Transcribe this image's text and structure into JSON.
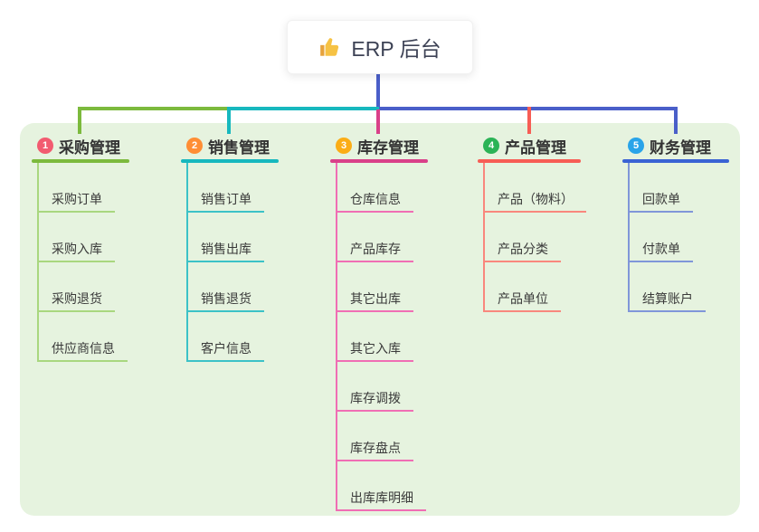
{
  "root": {
    "icon": "thumbs-up",
    "label": "ERP 后台"
  },
  "connectors": {
    "stem_color": "#4a5fc9",
    "bus_right_color": "#4a5fc9"
  },
  "panel_color": "#e6f3df",
  "branches": [
    {
      "badge": "1",
      "label": "采购管理",
      "badge_color": "#f25b70",
      "line_color": "#7cba3d",
      "sub_line_color": "#a9d77f",
      "children": [
        "采购订单",
        "采购入库",
        "采购退货",
        "供应商信息"
      ]
    },
    {
      "badge": "2",
      "label": "销售管理",
      "badge_color": "#ff8e35",
      "line_color": "#17b8be",
      "sub_line_color": "#3cc2c7",
      "children": [
        "销售订单",
        "销售出库",
        "销售退货",
        "客户信息"
      ]
    },
    {
      "badge": "3",
      "label": "库存管理",
      "badge_color": "#fbad16",
      "line_color": "#d94089",
      "sub_line_color": "#f06eb4",
      "children": [
        "仓库信息",
        "产品库存",
        "其它出库",
        "其它入库",
        "库存调拨",
        "库存盘点",
        "出库库明细"
      ]
    },
    {
      "badge": "4",
      "label": "产品管理",
      "badge_color": "#2bb356",
      "line_color": "#f75d55",
      "sub_line_color": "#f9877d",
      "children": [
        "产品（物料）",
        "产品分类",
        "产品单位"
      ]
    },
    {
      "badge": "5",
      "label": "财务管理",
      "badge_color": "#29a4e9",
      "line_color": "#3a63d4",
      "sub_line_color": "#8096d9",
      "children": [
        "回款单",
        "付款单",
        "结算账户"
      ]
    }
  ]
}
